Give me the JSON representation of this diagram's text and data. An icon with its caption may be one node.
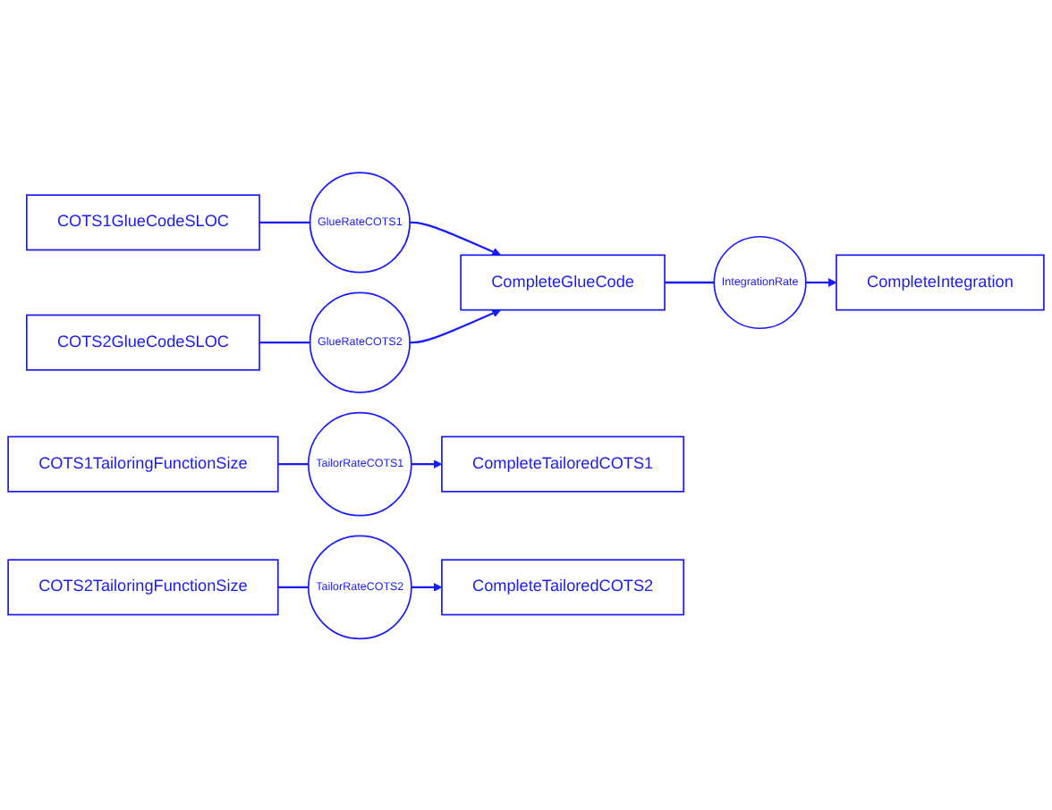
{
  "diagram": {
    "nodes": [
      {
        "text": [
          "COTS1GlueCodeSLOC"
        ]
      },
      {
        "text": [
          "GlueRateCOTS1"
        ]
      },
      {
        "text": [
          "CompleteGlueCode"
        ]
      },
      {
        "text": [
          "IntegrationRate"
        ]
      },
      {
        "text": [
          "CompleteIntegration"
        ]
      },
      {
        "text": [
          "COTS2GlueCodeSLOC"
        ]
      },
      {
        "text": [
          "GlueRateCOTS2"
        ]
      },
      {
        "text": [
          "COTS1TailoringFunctionSize"
        ]
      },
      {
        "text": [
          "TailorRateCOTS1"
        ]
      },
      {
        "text": [
          "CompleteTailoredCOTS1"
        ]
      },
      {
        "text": [
          "COTS2TailoringFunctionSize"
        ]
      },
      {
        "text": [
          "TailorRateCOTS2"
        ]
      },
      {
        "text": [
          "CompleteTailoredCOTS2"
        ]
      }
    ],
    "edges": [
      {
        "from": 0,
        "to": 1,
        "arrow": "none"
      },
      {
        "from": 1,
        "to": 2,
        "arrow": "to"
      },
      {
        "from": 5,
        "to": 6,
        "arrow": "none"
      },
      {
        "from": 6,
        "to": 2,
        "arrow": "to"
      },
      {
        "from": 2,
        "to": 3,
        "arrow": "none"
      },
      {
        "from": 3,
        "to": 4,
        "arrow": "to"
      },
      {
        "from": 7,
        "to": 8,
        "arrow": "none"
      },
      {
        "from": 8,
        "to": 9,
        "arrow": "to"
      },
      {
        "from": 10,
        "to": 11,
        "arrow": "none"
      },
      {
        "from": 11,
        "to": 12,
        "arrow": "to"
      }
    ]
  }
}
